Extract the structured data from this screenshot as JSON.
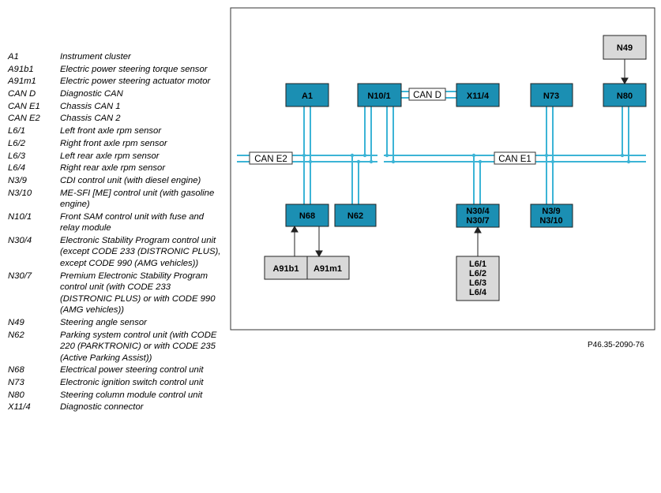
{
  "legend": [
    {
      "code": "A1",
      "desc": "Instrument cluster"
    },
    {
      "code": "A91b1",
      "desc": "Electric power steering torque sensor"
    },
    {
      "code": "A91m1",
      "desc": "Electric power steering actuator motor"
    },
    {
      "code": "CAN D",
      "desc": "Diagnostic CAN"
    },
    {
      "code": "CAN E1",
      "desc": "Chassis CAN 1"
    },
    {
      "code": "CAN E2",
      "desc": "Chassis CAN 2"
    },
    {
      "code": "L6/1",
      "desc": "Left front axle rpm sensor"
    },
    {
      "code": "L6/2",
      "desc": "Right front axle rpm sensor"
    },
    {
      "code": "L6/3",
      "desc": "Left rear axle rpm sensor"
    },
    {
      "code": "L6/4",
      "desc": "Right rear axle rpm sensor"
    },
    {
      "code": "N3/9",
      "desc": "CDI control unit (with diesel engine)"
    },
    {
      "code": "N3/10",
      "desc": "ME-SFI [ME] control unit (with gasoline engine)"
    },
    {
      "code": "N10/1",
      "desc": "Front SAM control unit with fuse and relay module"
    },
    {
      "code": "N30/4",
      "desc": "Electronic Stability Program control unit (except CODE 233 (DISTRONIC PLUS), except CODE 990 (AMG vehicles))"
    },
    {
      "code": "N30/7",
      "desc": "Premium Electronic Stability Program control unit (with CODE 233 (DISTRONIC PLUS) or with CODE 990 (AMG vehicles))"
    },
    {
      "code": "N49",
      "desc": "Steering angle sensor"
    },
    {
      "code": "N62",
      "desc": "Parking system control unit (with CODE 220 (PARKTRONIC) or with CODE 235 (Active Parking Assist))"
    },
    {
      "code": "N68",
      "desc": "Electrical power steering control unit"
    },
    {
      "code": "N73",
      "desc": "Electronic ignition switch control unit"
    },
    {
      "code": "N80",
      "desc": "Steering column module control unit"
    },
    {
      "code": "X11/4",
      "desc": "Diagnostic connector"
    }
  ],
  "diagram": {
    "nodes": {
      "a1": "A1",
      "n10_1": "N10/1",
      "x11_4": "X11/4",
      "n73": "N73",
      "n80": "N80",
      "n49": "N49",
      "n68": "N68",
      "n62": "N62",
      "n30_4": "N30/4",
      "n30_7": "N30/7",
      "n3_9": "N3/9",
      "n3_10": "N3/10",
      "a91b1": "A91b1",
      "a91m1": "A91m1",
      "l6_1": "L6/1",
      "l6_2": "L6/2",
      "l6_3": "L6/3",
      "l6_4": "L6/4"
    },
    "buses": {
      "can_d": "CAN D",
      "can_e2": "CAN E2",
      "can_e1": "CAN E1"
    },
    "colors": {
      "ecu_fill": "#1b8fb3",
      "sensor_fill": "#d9d9d9",
      "bus_line": "#3cb4d6",
      "border": "#222222"
    }
  },
  "figure_ref": "P46.35-2090-76"
}
